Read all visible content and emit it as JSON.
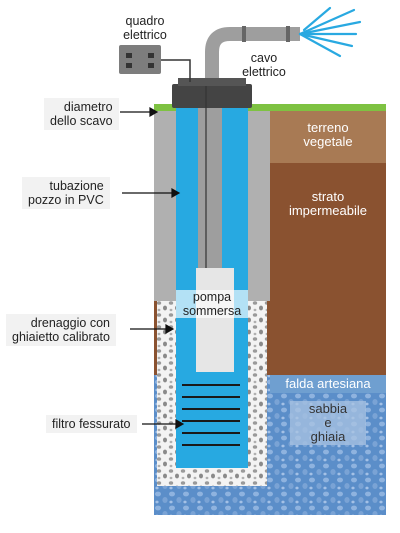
{
  "labels": {
    "quadro": [
      "quadro",
      "elettrico"
    ],
    "cavo": [
      "cavo",
      "elettrico"
    ],
    "diametro": [
      "diametro",
      "dello scavo"
    ],
    "tubazione": [
      "tubazione",
      "pozzo in PVC"
    ],
    "drenaggio": [
      "drenaggio con",
      "ghiaietto calibrato"
    ],
    "filtro": "filtro fessurato",
    "pompa": [
      "pompa",
      "sommersa"
    ],
    "terreno": [
      "terreno",
      "vegetale"
    ],
    "strato": [
      "strato",
      "impermeabile"
    ],
    "falda": "falda artesiana",
    "sabbia": [
      "sabbia",
      "e",
      "ghiaia"
    ]
  },
  "colors": {
    "grass": "#7ec242",
    "topsoil": "#a87a54",
    "impermeable": "#8a5230",
    "artesian_band": "#6f9fd0",
    "aquifer": "#5b8ec9",
    "pvc_pipe": "#27a9e1",
    "casing": "#b0b0b0",
    "pump": "#e6e6e6",
    "well_cap": "#444444",
    "elec_panel": "#7d7d7d",
    "gravel": "#f2f2f2",
    "filter_slot": "#1a1a1a",
    "water_spray": "#29a9e1"
  }
}
